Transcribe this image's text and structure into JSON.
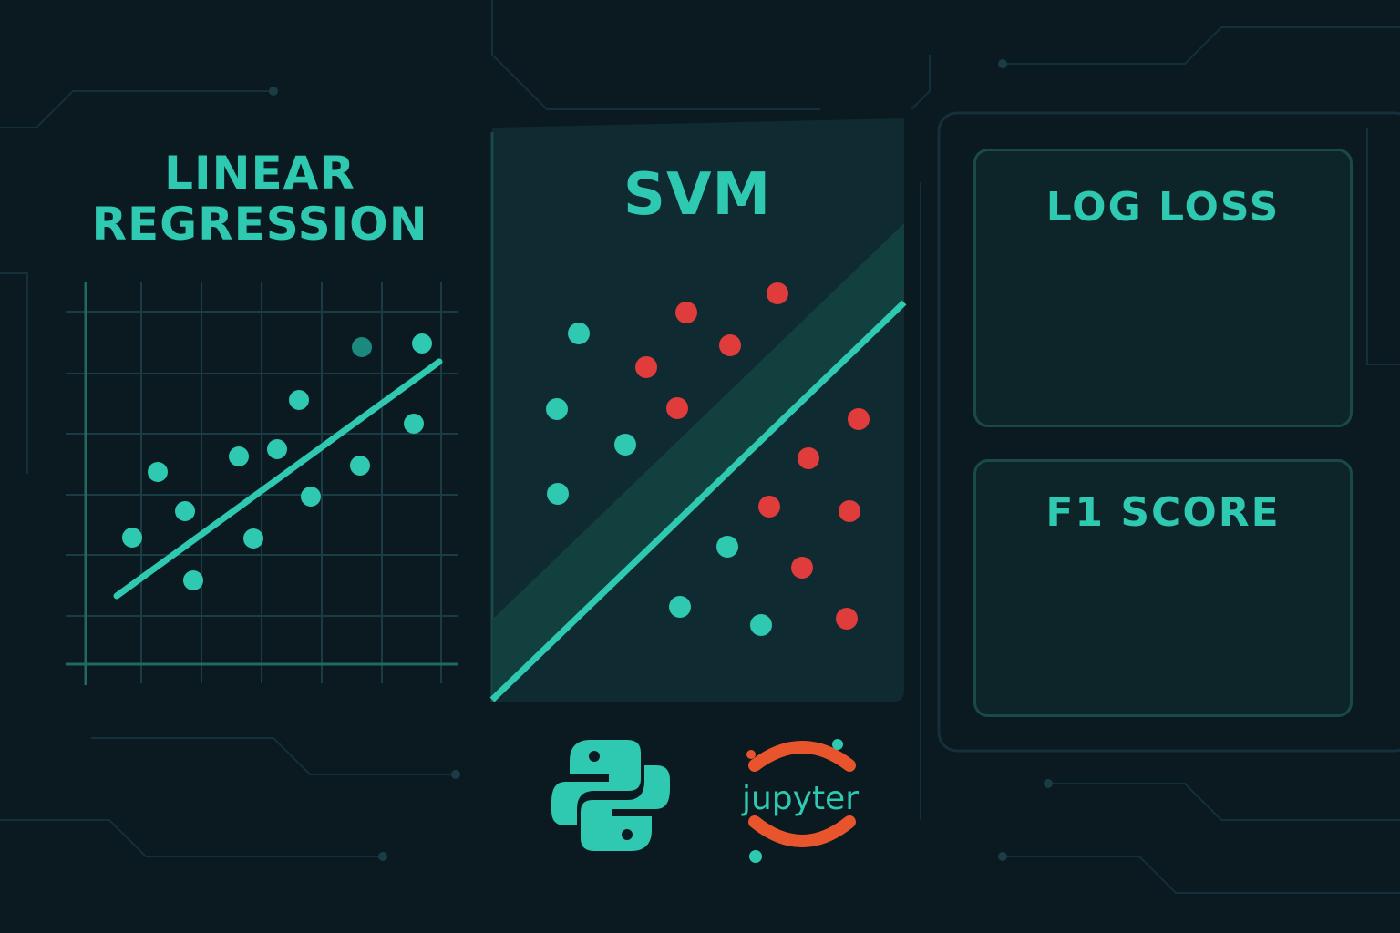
{
  "panels": {
    "linear_regression": {
      "title_line1": "LINEAR",
      "title_line2": "REGRESSION"
    },
    "svm": {
      "title": "SVM"
    },
    "metrics": {
      "log_loss_label": "LOG LOSS",
      "f1_score_label": "F1 SCORE"
    }
  },
  "logos": {
    "python": "python-logo",
    "jupyter_text": "jupyter"
  },
  "colors": {
    "background": "#0a1a20",
    "accent": "#2ec9b0",
    "red": "#e03c3c",
    "panel": "#0d2428"
  }
}
